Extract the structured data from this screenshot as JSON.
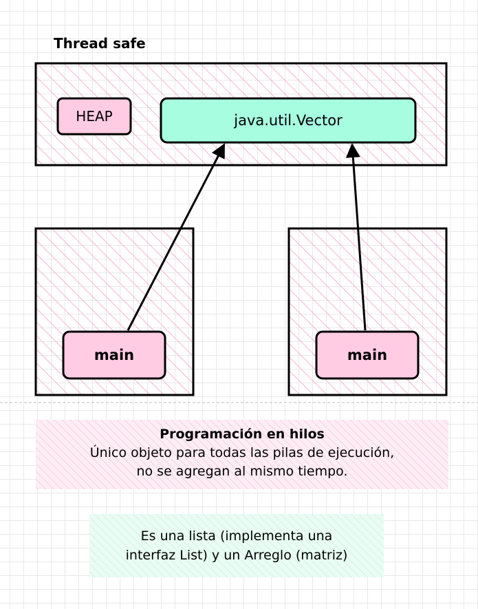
{
  "title": "Thread safe",
  "heap": {
    "label": "HEAP"
  },
  "vector": {
    "label": "java.util.Vector"
  },
  "stacks": [
    {
      "label": "main"
    },
    {
      "label": "main"
    }
  ],
  "note": {
    "title": "Programación en hilos",
    "lines": [
      "Único objeto para todas las pilas de ejecución,",
      "no se agregan al mismo tiempo."
    ]
  },
  "description": {
    "lines": [
      "Es una lista (implementa una",
      "interfaz List) y un Arreglo (matriz)"
    ]
  },
  "colors": {
    "hatch": "#f4a3c6",
    "pink_fill": "#ffcce3",
    "mint_fill": "#a7fde0",
    "stroke": "#000000",
    "note_bg": "#fde4ef",
    "desc_bg": "#e4fbf1",
    "grid": "#e9e9e9"
  }
}
